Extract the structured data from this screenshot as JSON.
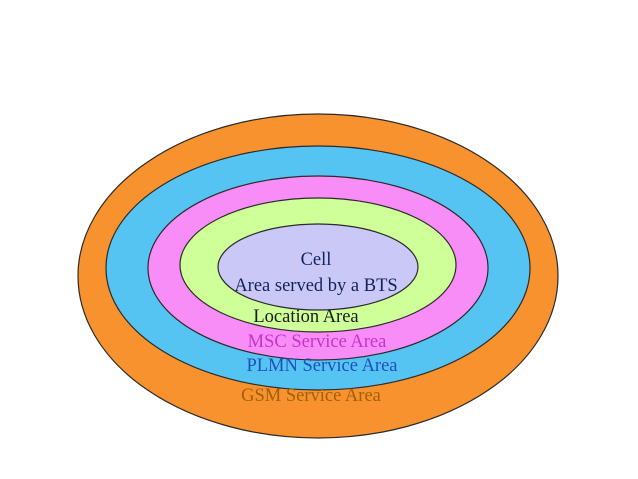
{
  "areas": [
    {
      "id": "gsm",
      "label": "GSM Service Area",
      "fill": "#f7922e",
      "label_color": "#a0600a"
    },
    {
      "id": "plmn",
      "label": "PLMN Service Area",
      "fill": "#56c4f2",
      "label_color": "#1f4fbf"
    },
    {
      "id": "msc",
      "label": "MSC Service Area",
      "fill": "#f98df7",
      "label_color": "#c832c8"
    },
    {
      "id": "location",
      "label": "Location Area",
      "fill": "#ceff98",
      "label_color": "#1a1a1a"
    },
    {
      "id": "cell",
      "label": "Cell",
      "sublabel": "Area served by a BTS",
      "fill": "#c9c8f6",
      "label_color": "#12235c"
    }
  ],
  "outline_color": "#2b2b2b"
}
